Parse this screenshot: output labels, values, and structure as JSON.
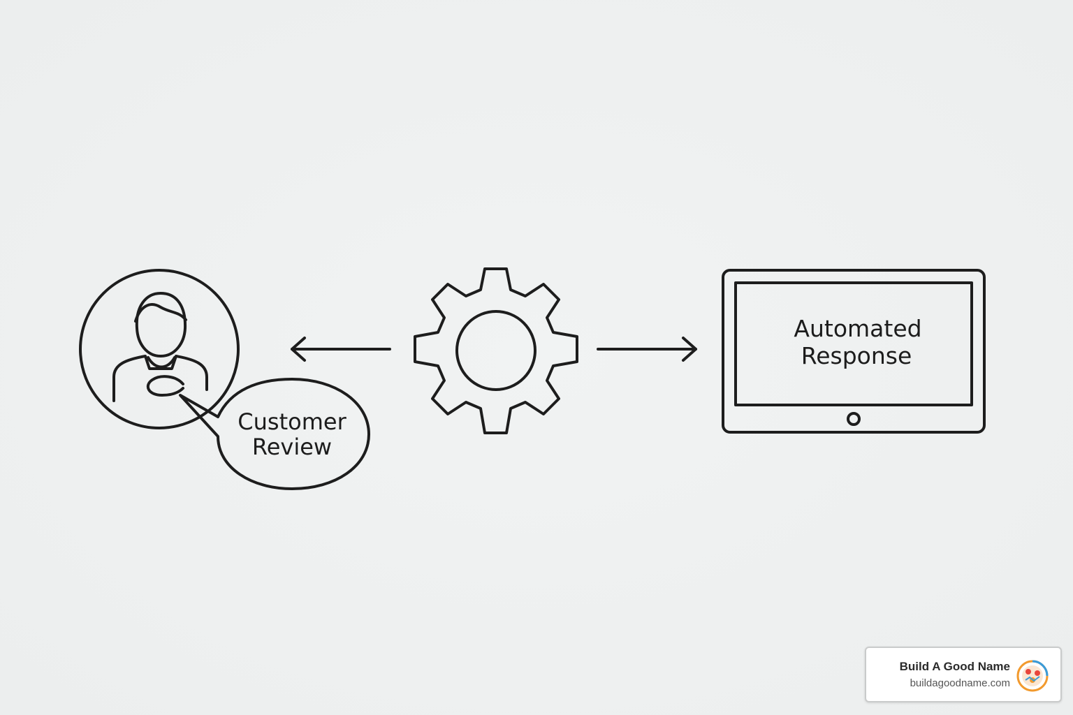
{
  "diagram": {
    "customer_label_line1": "Customer",
    "customer_label_line2": "Review",
    "response_label_line1": "Automated",
    "response_label_line2": "Response",
    "icons": {
      "customer": "person-icon",
      "bubble": "speech-bubble-icon",
      "process": "gear-icon",
      "screen": "tablet-icon",
      "arrow_left": "arrow-left-icon",
      "arrow_right": "arrow-right-icon"
    },
    "colors": {
      "line": "#1d1d1d",
      "background": "#eef0f0"
    }
  },
  "badge": {
    "title": "Build A Good Name",
    "url": "buildagoodname.com",
    "logo_icon": "brand-logo-icon"
  }
}
